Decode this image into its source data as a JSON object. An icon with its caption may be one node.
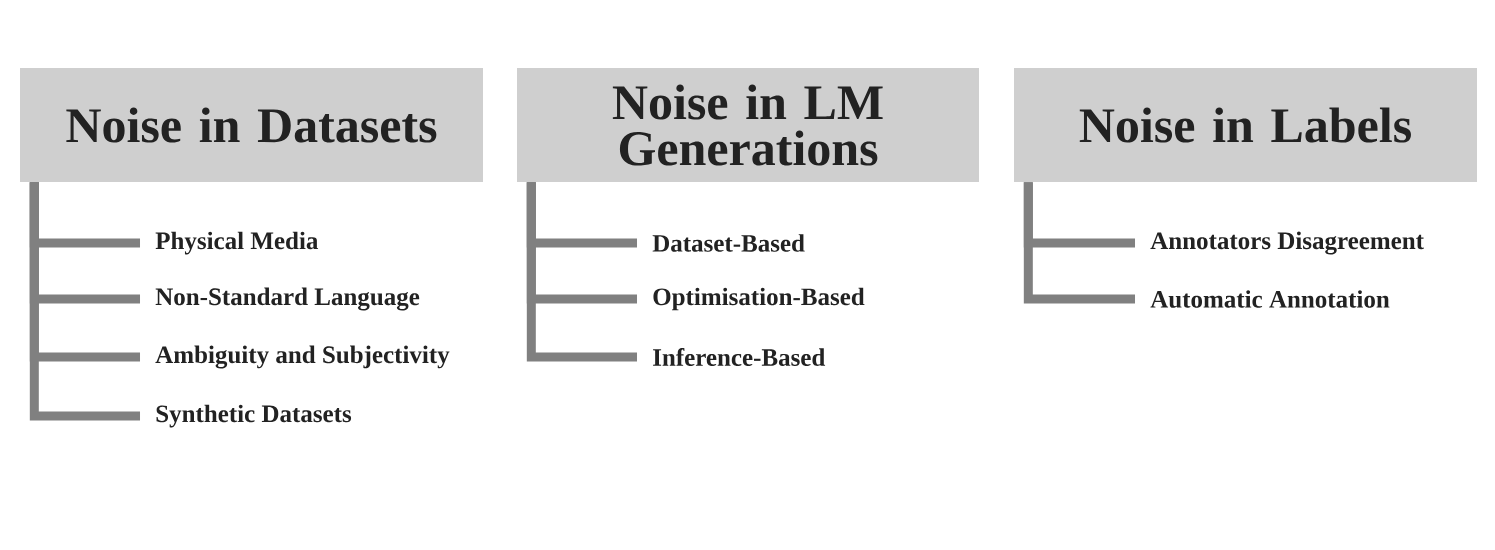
{
  "diagram": {
    "nodes": [
      {
        "text": [
          "Noise in Datasets"
        ]
      },
      {
        "text": [
          "Physical Media"
        ]
      },
      {
        "text": [
          "Non-Standard Language"
        ]
      },
      {
        "text": [
          "Ambiguity and Subjectivity"
        ]
      },
      {
        "text": [
          "Synthetic Datasets"
        ]
      },
      {
        "text": [
          "Noise in LM Generations"
        ]
      },
      {
        "text": [
          "Dataset-Based"
        ]
      },
      {
        "text": [
          "Optimisation-Based"
        ]
      },
      {
        "text": [
          "Inference-Based"
        ]
      },
      {
        "text": [
          "Noise in Labels"
        ]
      },
      {
        "text": [
          "Annotators Disagreement"
        ]
      },
      {
        "text": [
          "Automatic Annotation"
        ]
      }
    ],
    "edges": [
      {
        "from": 0,
        "to": 1,
        "arrow": "none"
      },
      {
        "from": 0,
        "to": 2,
        "arrow": "none"
      },
      {
        "from": 0,
        "to": 3,
        "arrow": "none"
      },
      {
        "from": 0,
        "to": 4,
        "arrow": "none"
      },
      {
        "from": 5,
        "to": 6,
        "arrow": "none"
      },
      {
        "from": 5,
        "to": 7,
        "arrow": "none"
      },
      {
        "from": 5,
        "to": 8,
        "arrow": "none"
      },
      {
        "from": 9,
        "to": 10,
        "arrow": "none"
      },
      {
        "from": 9,
        "to": 11,
        "arrow": "none"
      }
    ]
  }
}
